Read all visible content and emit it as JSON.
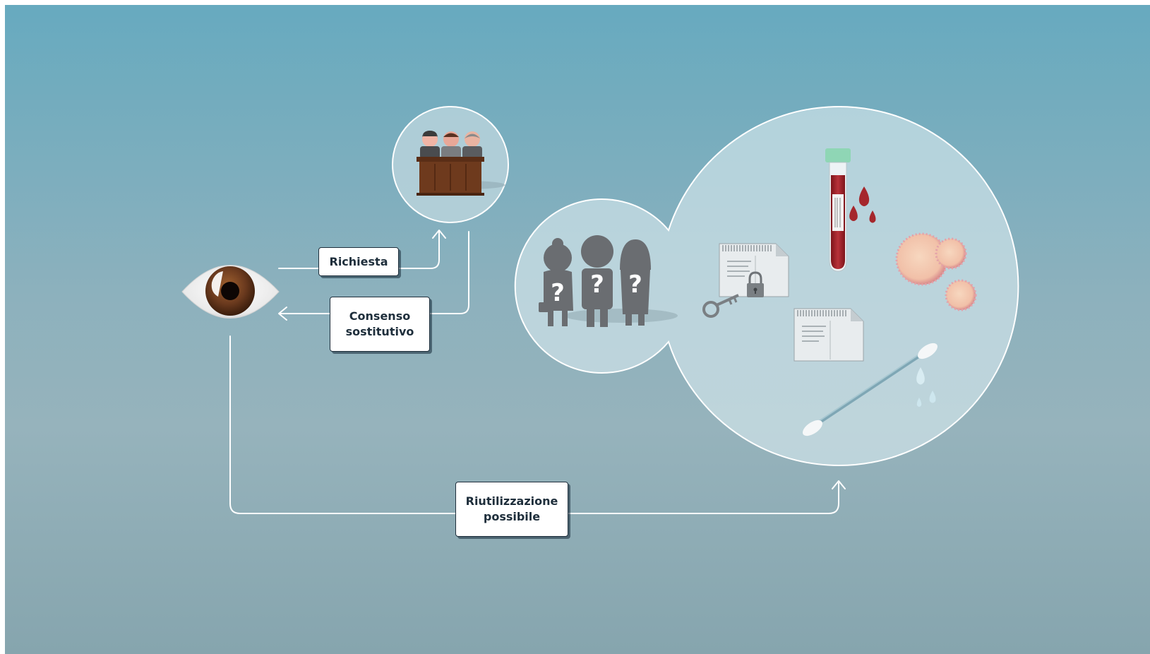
{
  "labels": {
    "richiesta": "Richiesta",
    "consenso_line1": "Consenso",
    "consenso_line2": "sostitutivo",
    "riutilizzazione_line1": "Riutilizzazione",
    "riutilizzazione_line2": "possibile"
  },
  "icons": {
    "eye": "eye-icon",
    "committee": "ethics-committee-icon",
    "unknown_people": "unknown-persons-icon",
    "documents": "coded-documents-icon",
    "blood_tube": "blood-sample-tube-icon",
    "cells": "cells-icon",
    "swab": "cotton-swab-icon"
  },
  "colors": {
    "background_top": "#67aabf",
    "background_bottom": "#86a5ae",
    "arrow": "#ffffff",
    "silhouette": "#6a6d71",
    "blood": "#a5272c",
    "iris": "#6b3a1e"
  }
}
